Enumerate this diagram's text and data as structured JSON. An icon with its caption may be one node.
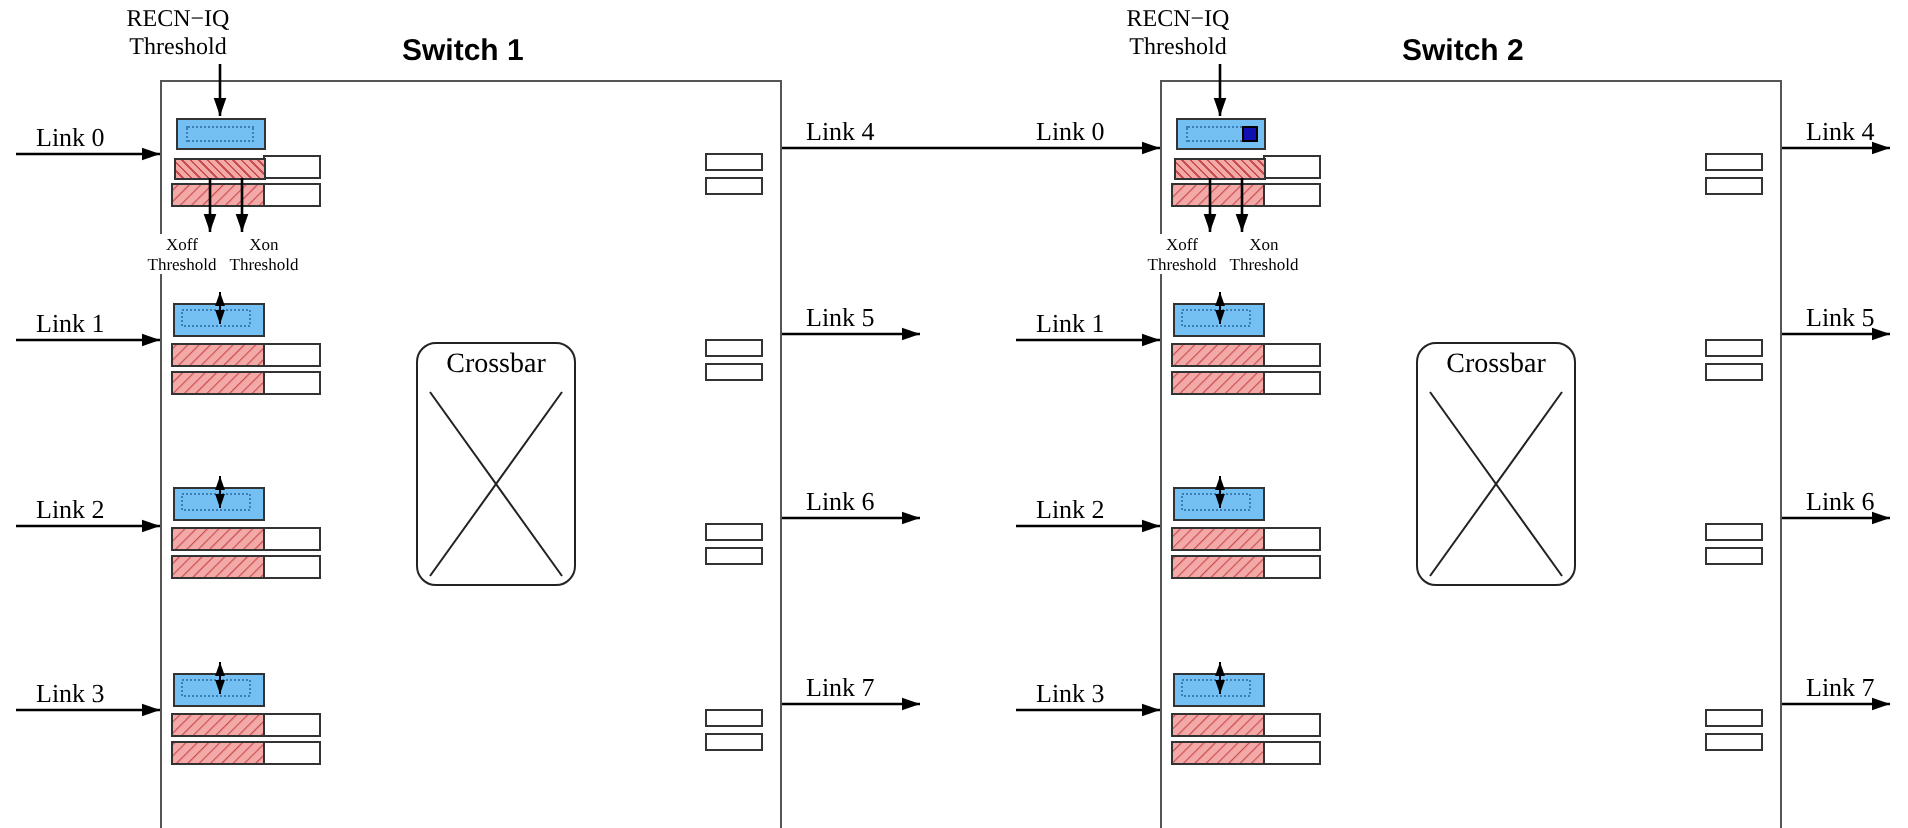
{
  "diagram": {
    "nodes": [
      {
        "text": [
          "Switch 1"
        ]
      },
      {
        "text": [
          "RECN−IQ Threshold"
        ]
      },
      {
        "text": [],
        "shape": "bar",
        "in": 0
      },
      {
        "text": [],
        "shape": "bar",
        "in": 0
      },
      {
        "text": [
          "Xoff Threshold"
        ],
        "in": 0
      },
      {
        "text": [
          "Xon Threshold"
        ],
        "in": 0
      },
      {
        "text": [
          "Crossbar"
        ],
        "in": 0
      },
      {
        "text": [
          "Switch 2"
        ]
      },
      {
        "text": [
          "RECN−IQ Threshold"
        ]
      },
      {
        "text": [],
        "shape": "bar",
        "in": 7
      },
      {
        "text": [],
        "shape": "bar",
        "in": 7
      },
      {
        "text": [
          "Xoff Threshold"
        ],
        "in": 7
      },
      {
        "text": [
          "Xon Threshold"
        ],
        "in": 7
      },
      {
        "text": [
          "Crossbar"
        ],
        "in": 7
      }
    ],
    "edges": [
      {
        "from": null,
        "to": 0,
        "arrow": "to",
        "label": "Link 0"
      },
      {
        "from": null,
        "to": 0,
        "arrow": "to",
        "label": "Link 1"
      },
      {
        "from": null,
        "to": 0,
        "arrow": "to",
        "label": "Link 2"
      },
      {
        "from": null,
        "to": 0,
        "arrow": "to",
        "label": "Link 3"
      },
      {
        "from": 0,
        "to": 7,
        "arrow": "to",
        "label": "Link 4"
      },
      {
        "from": 0,
        "to": null,
        "arrow": "to",
        "label": "Link 5"
      },
      {
        "from": 0,
        "to": null,
        "arrow": "to",
        "label": "Link 6"
      },
      {
        "from": 0,
        "to": null,
        "arrow": "to",
        "label": "Link 7"
      },
      {
        "from": 1,
        "to": 2,
        "arrow": "to"
      },
      {
        "from": 3,
        "to": 4,
        "arrow": "to"
      },
      {
        "from": 3,
        "to": 5,
        "arrow": "to"
      },
      {
        "from": null,
        "to": 7,
        "arrow": "to",
        "label": "Link 1"
      },
      {
        "from": null,
        "to": 7,
        "arrow": "to",
        "label": "Link 2"
      },
      {
        "from": null,
        "to": 7,
        "arrow": "to",
        "label": "Link 3"
      },
      {
        "from": 7,
        "to": null,
        "arrow": "to",
        "label": "Link 4"
      },
      {
        "from": 7,
        "to": null,
        "arrow": "to",
        "label": "Link 5"
      },
      {
        "from": 7,
        "to": null,
        "arrow": "to",
        "label": "Link 6"
      },
      {
        "from": 7,
        "to": null,
        "arrow": "to",
        "label": "Link 7"
      },
      {
        "from": 8,
        "to": 9,
        "arrow": "to"
      },
      {
        "from": 10,
        "to": 11,
        "arrow": "to"
      },
      {
        "from": 10,
        "to": 12,
        "arrow": "to"
      }
    ],
    "labels": [
      "Link 0"
    ]
  }
}
